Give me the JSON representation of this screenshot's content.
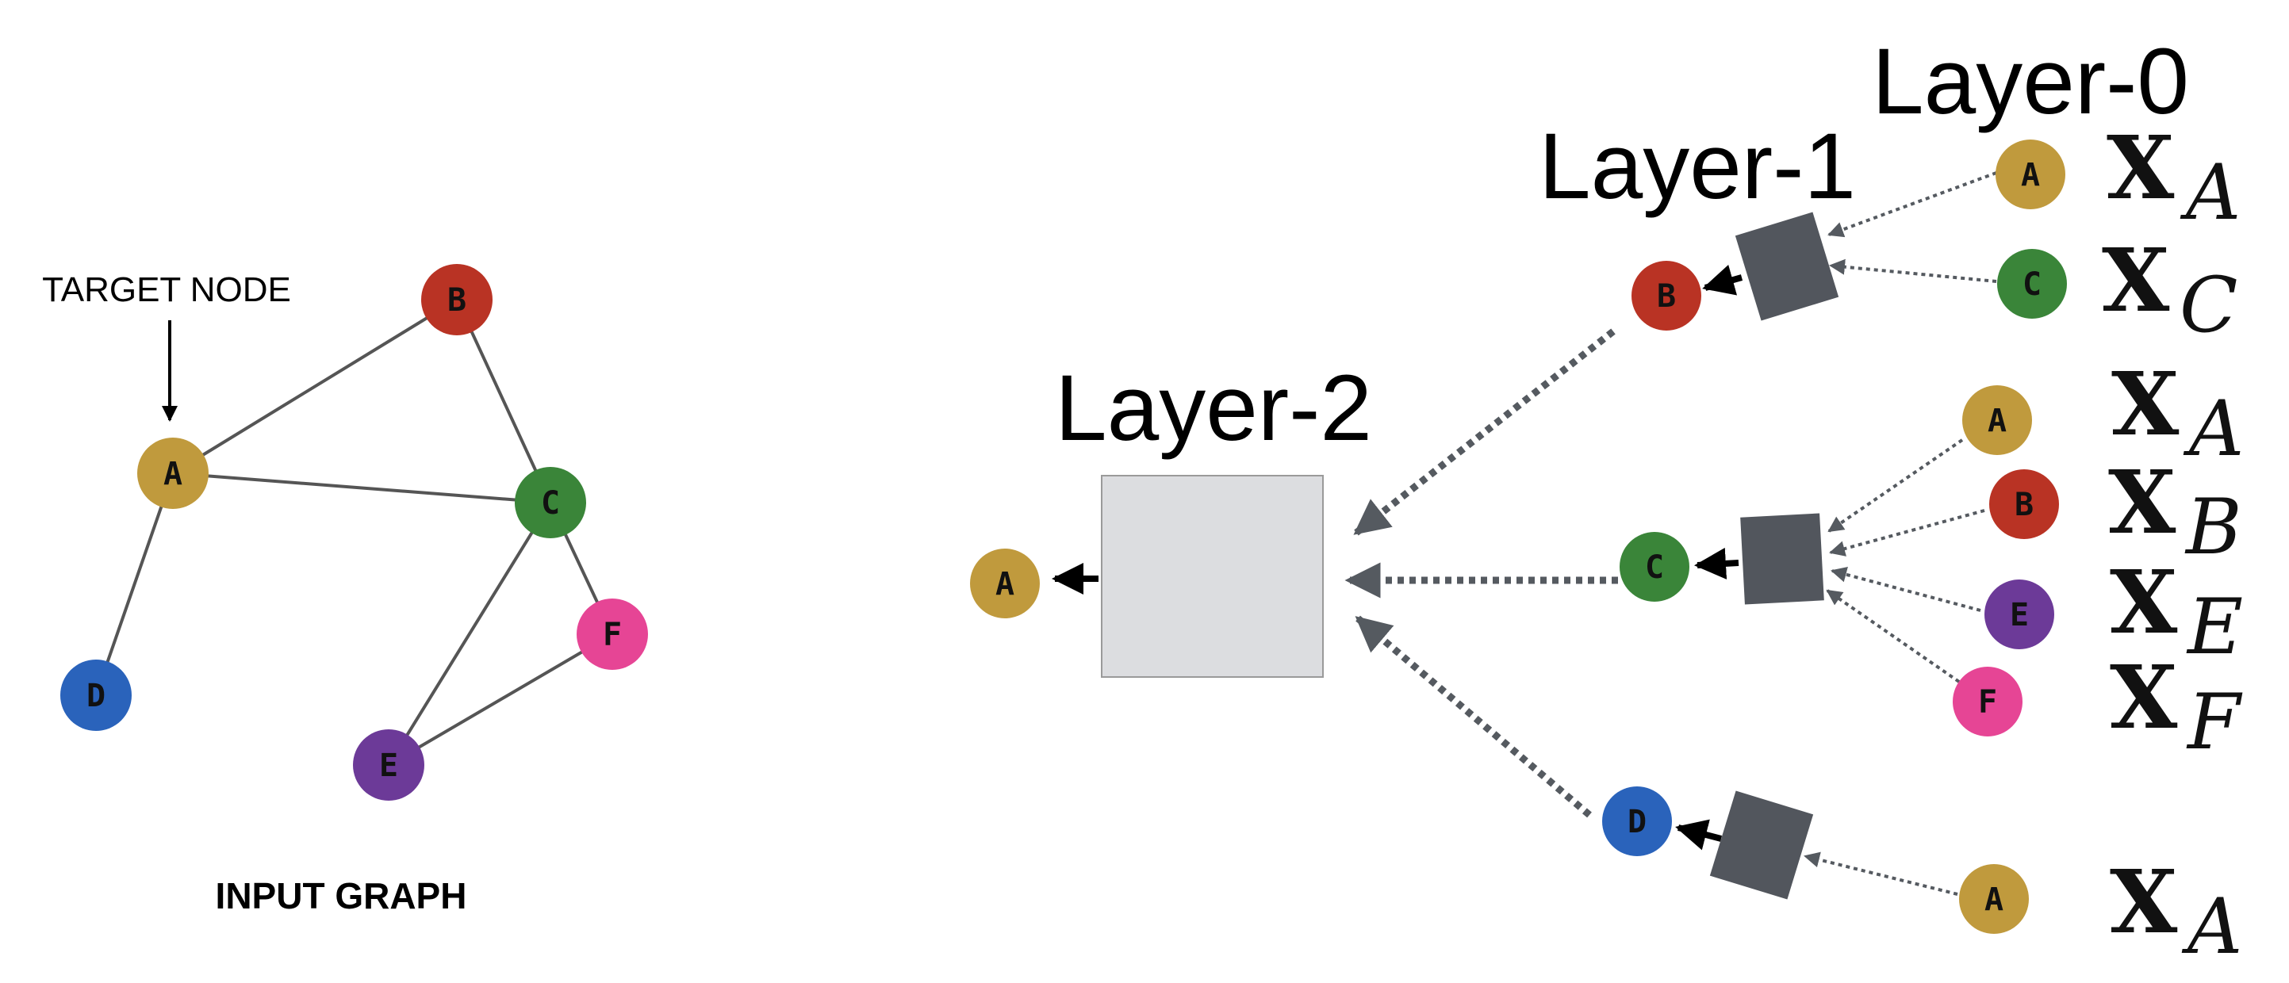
{
  "colors": {
    "A": "#c09a3d",
    "B": "#b93324",
    "C": "#3a8539",
    "D": "#2a63bb",
    "E": "#6c3a98",
    "F": "#e64595",
    "aggregator_small": "#52565d",
    "aggregator_large": "#dcdde0",
    "edge": "#555555"
  },
  "input_graph": {
    "caption": "INPUT GRAPH",
    "target_label": "TARGET NODE",
    "nodes": [
      {
        "id": "A",
        "label": "A"
      },
      {
        "id": "B",
        "label": "B"
      },
      {
        "id": "C",
        "label": "C"
      },
      {
        "id": "D",
        "label": "D"
      },
      {
        "id": "E",
        "label": "E"
      },
      {
        "id": "F",
        "label": "F"
      }
    ],
    "edges": [
      [
        "A",
        "B"
      ],
      [
        "A",
        "C"
      ],
      [
        "B",
        "C"
      ],
      [
        "A",
        "D"
      ],
      [
        "C",
        "E"
      ],
      [
        "C",
        "F"
      ],
      [
        "E",
        "F"
      ]
    ]
  },
  "layers": {
    "layer0": "Layer-0",
    "layer1": "Layer-1",
    "layer2": "Layer-2"
  },
  "tree": {
    "root": {
      "id": "A",
      "label": "A"
    },
    "level1": [
      {
        "id": "B",
        "label": "B",
        "children": [
          {
            "id": "A",
            "label": "A",
            "sub": "A"
          },
          {
            "id": "C",
            "label": "C",
            "sub": "C"
          }
        ]
      },
      {
        "id": "C",
        "label": "C",
        "children": [
          {
            "id": "A",
            "label": "A",
            "sub": "A"
          },
          {
            "id": "B",
            "label": "B",
            "sub": "B"
          },
          {
            "id": "E",
            "label": "E",
            "sub": "E"
          },
          {
            "id": "F",
            "label": "F",
            "sub": "F"
          }
        ]
      },
      {
        "id": "D",
        "label": "D",
        "children": [
          {
            "id": "A",
            "label": "A",
            "sub": "A"
          }
        ]
      }
    ],
    "feature_symbol": "X"
  }
}
